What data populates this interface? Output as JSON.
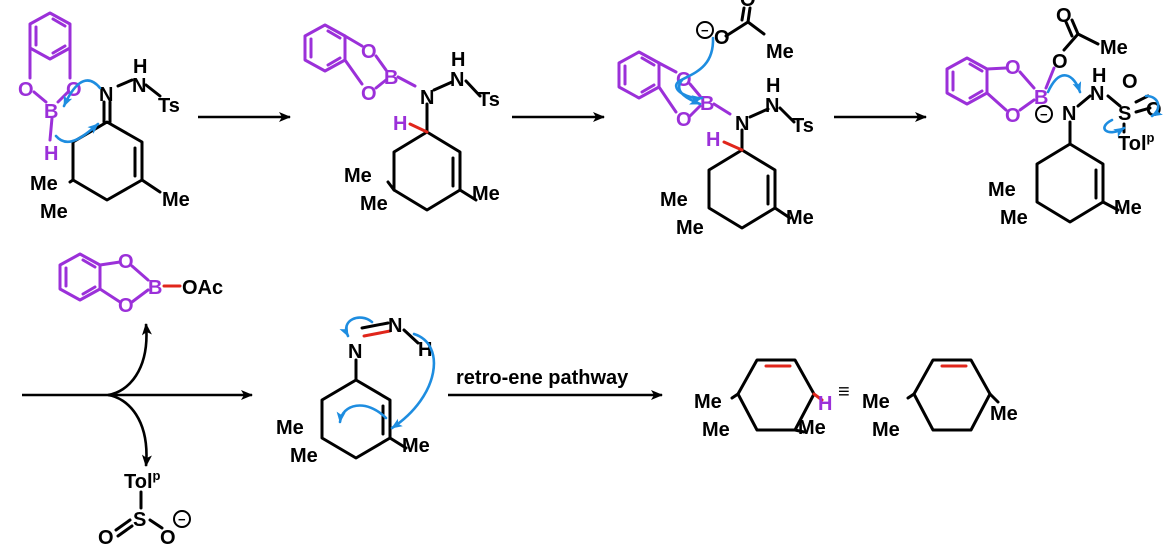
{
  "colors": {
    "boron_reagent": "#9b30d9",
    "new_bond": "#e0261b",
    "electron_arrow": "#1e8de0",
    "text": "#000000"
  },
  "atoms": {
    "B": "B",
    "O": "O",
    "N": "N",
    "H": "H",
    "S": "S",
    "Ts": "Ts",
    "Me": "Me",
    "OAc": "OAc",
    "Tol": "Tol",
    "p": "p"
  },
  "charges": {
    "minus": "−"
  },
  "symbols": {
    "equivalent": "≡"
  },
  "labels": {
    "retro_ene": "retro-ene pathway"
  }
}
